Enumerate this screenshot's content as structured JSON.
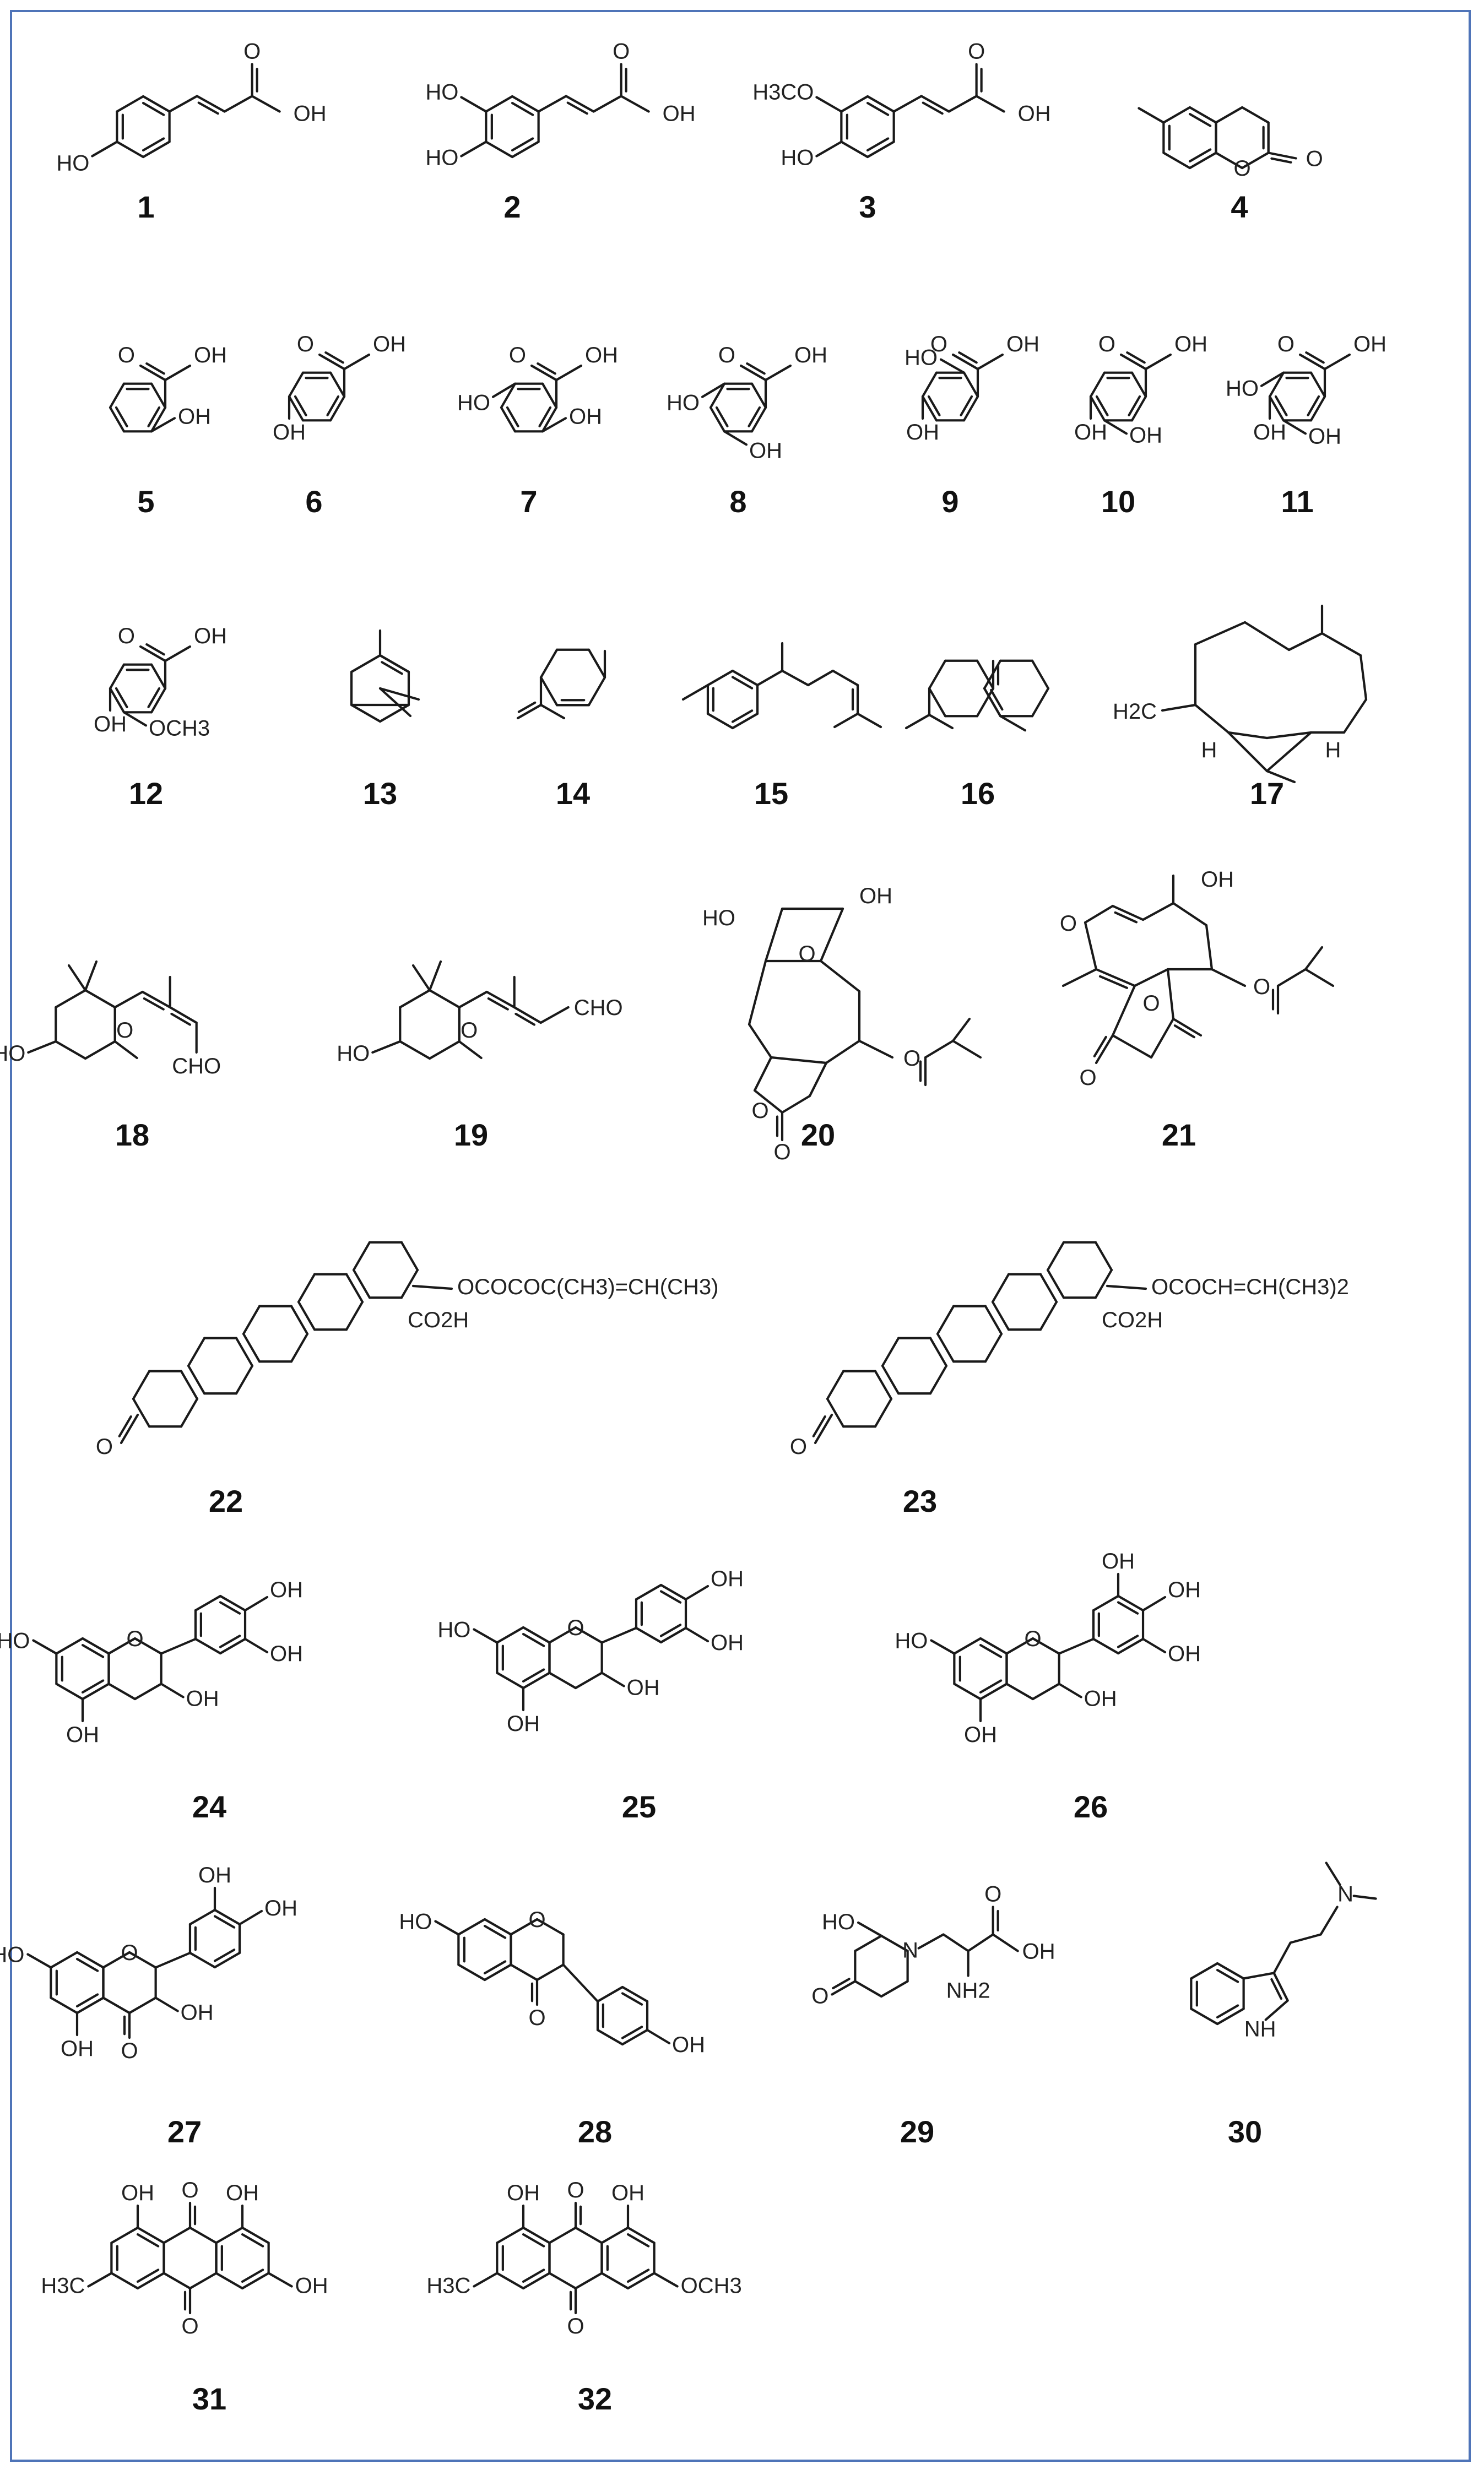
{
  "frame_color": "#4f74b8",
  "compounds": [
    {
      "id": "1",
      "labels": [
        "OH",
        "O",
        "HO"
      ]
    },
    {
      "id": "2",
      "labels": [
        "HO",
        "HO",
        "O",
        "OH"
      ]
    },
    {
      "id": "3",
      "labels": [
        "H3CO",
        "HO",
        "O",
        "OH"
      ]
    },
    {
      "id": "4",
      "labels": [
        "O",
        "O"
      ]
    },
    {
      "id": "5",
      "labels": [
        "O",
        "OH",
        "OH"
      ]
    },
    {
      "id": "6",
      "labels": [
        "O",
        "OH",
        "OH"
      ]
    },
    {
      "id": "7",
      "labels": [
        "O",
        "OH",
        "OH",
        "HO"
      ]
    },
    {
      "id": "8",
      "labels": [
        "O",
        "OH",
        "HO",
        "OH"
      ]
    },
    {
      "id": "9",
      "labels": [
        "O",
        "OH",
        "HO",
        "OH"
      ]
    },
    {
      "id": "10",
      "labels": [
        "O",
        "OH",
        "OH",
        "OH"
      ]
    },
    {
      "id": "11",
      "labels": [
        "O",
        "OH",
        "HO",
        "OH",
        "OH"
      ]
    },
    {
      "id": "12",
      "labels": [
        "O",
        "OH",
        "OCH3",
        "OH"
      ]
    },
    {
      "id": "13",
      "labels": []
    },
    {
      "id": "14",
      "labels": []
    },
    {
      "id": "15",
      "labels": []
    },
    {
      "id": "16",
      "labels": []
    },
    {
      "id": "17",
      "labels": [
        "H2C",
        "H",
        "H"
      ]
    },
    {
      "id": "18",
      "labels": [
        "HO",
        "O",
        "CHO"
      ]
    },
    {
      "id": "19",
      "labels": [
        "HO",
        "O",
        "CHO"
      ]
    },
    {
      "id": "20",
      "labels": [
        "OH",
        "HO",
        "O",
        "O",
        "O",
        "O"
      ]
    },
    {
      "id": "21",
      "labels": [
        "O",
        "OH",
        "O",
        "O",
        "O"
      ]
    },
    {
      "id": "22",
      "labels": [
        "OCOCOC(CH3)=CH(CH3)",
        "CO2H",
        "O"
      ]
    },
    {
      "id": "23",
      "labels": [
        "OCOCH=CH(CH3)2",
        "CO2H",
        "O"
      ]
    },
    {
      "id": "24",
      "labels": [
        "OH",
        "OH",
        "HO",
        "O",
        "OH",
        "OH"
      ]
    },
    {
      "id": "25",
      "labels": [
        "OH",
        "OH",
        "HO",
        "O",
        "OH",
        "OH"
      ]
    },
    {
      "id": "26",
      "labels": [
        "OH",
        "OH",
        "OH",
        "HO",
        "O",
        "OH",
        "OH"
      ]
    },
    {
      "id": "27",
      "labels": [
        "OH",
        "OH",
        "HO",
        "O",
        "OH",
        "OH",
        "O"
      ]
    },
    {
      "id": "28",
      "labels": [
        "HO",
        "O",
        "O",
        "OH"
      ]
    },
    {
      "id": "29",
      "labels": [
        "HO",
        "O",
        "N",
        "O",
        "OH",
        "NH2"
      ]
    },
    {
      "id": "30",
      "labels": [
        "N",
        "NH"
      ]
    },
    {
      "id": "31",
      "labels": [
        "OH",
        "O",
        "OH",
        "H3C",
        "O",
        "OH"
      ]
    },
    {
      "id": "32",
      "labels": [
        "OH",
        "O",
        "OH",
        "H3C",
        "O",
        "OCH3"
      ]
    }
  ]
}
